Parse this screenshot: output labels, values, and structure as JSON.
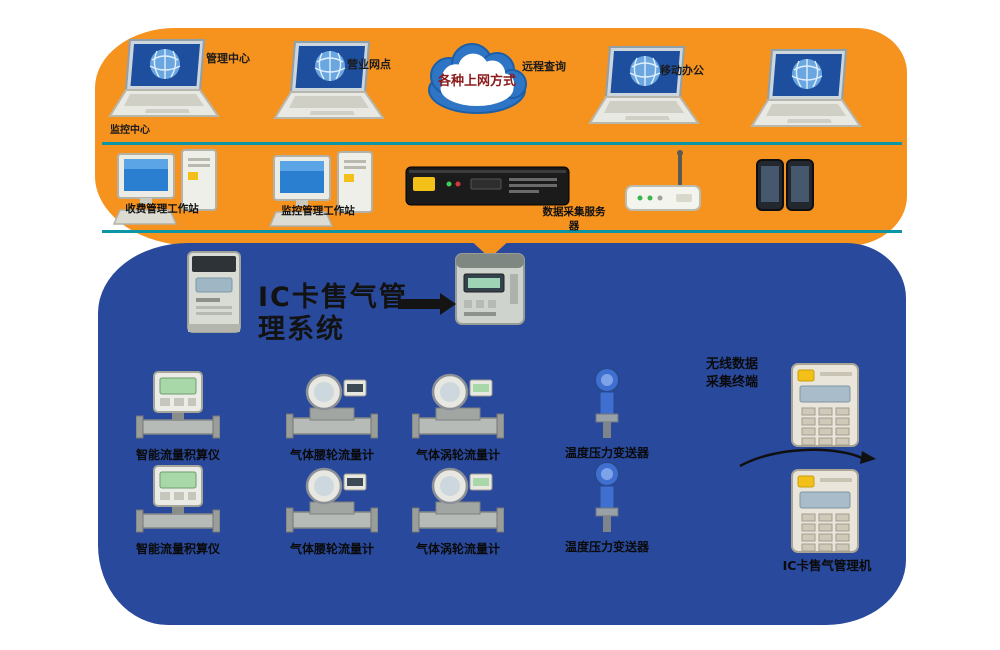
{
  "colors": {
    "orange_layer": "#F6921E",
    "blue_layer": "#29499C",
    "teal_bus": "#0C96A5",
    "cloud_blue": "#2E75C5",
    "label_dark": "#111111"
  },
  "cloud": {
    "label": "各种上网方式"
  },
  "access_layer": {
    "laptops": [
      {
        "label": "管理中心"
      },
      {
        "label": "营业网点"
      },
      {
        "label": "远程查询"
      },
      {
        "label": "移动办公"
      }
    ],
    "note": "监控中心",
    "workstations": [
      {
        "label": "收费管理工作站"
      },
      {
        "label": "监控管理工作站"
      }
    ],
    "server": {
      "label": "数据采集服务器"
    }
  },
  "field_layer": {
    "headline": "IC卡售气管理系统",
    "rows": [
      {
        "devices": [
          {
            "label": "智能流量积算仪"
          },
          {
            "label": "气体腰轮流量计"
          },
          {
            "label": "气体涡轮流量计"
          },
          {
            "label": "温度压力变送器"
          }
        ]
      },
      {
        "devices": [
          {
            "label": "智能流量积算仪"
          },
          {
            "label": "气体腰轮流量计"
          },
          {
            "label": "气体涡轮流量计"
          },
          {
            "label": "温度压力变送器"
          }
        ]
      }
    ],
    "right": {
      "note_top": "无线数据采集终端",
      "note_bottom": "IC卡售气管理机"
    }
  }
}
